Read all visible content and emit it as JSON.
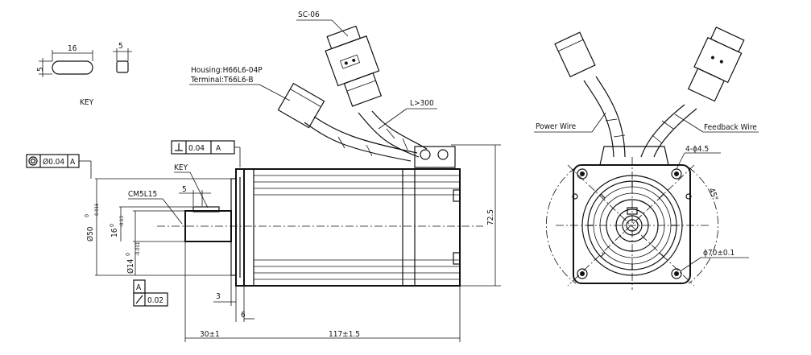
{
  "key_detail": {
    "length": "16",
    "width_top": "5",
    "height": "5",
    "label": "KEY"
  },
  "connectors": {
    "feedback_connector": "SC-06",
    "power_housing": "Housing:H66L6-04P",
    "power_terminal": "Terminal:T66L6-B",
    "lead_length": "L>300"
  },
  "tolerances": {
    "perpendicularity_value": "0.04",
    "perpendicularity_datum": "A",
    "concentricity_value": "Ø0.04",
    "concentricity_datum": "A",
    "runout_value": "0.02",
    "datum_label": "A"
  },
  "side_view": {
    "key_label": "KEY",
    "thread_label": "CM5L15",
    "key_width": "5",
    "flange_height": "72.5",
    "pilot_dia_main": "Ø50",
    "pilot_dia_tol": "-0.016",
    "pilot_dia_tol_upper": "0",
    "key_height_main": "16",
    "key_height_tol": "-0.13",
    "key_height_tol_upper": "0",
    "shaft_dia_main": "Ø14",
    "shaft_dia_tol": "-0.011",
    "shaft_dia_tol_upper": "0",
    "pilot_depth": "3",
    "flange_thickness": "6",
    "shaft_length": "30±1",
    "body_length": "117±1.5"
  },
  "front_view": {
    "power_wire_label": "Power Wire",
    "feedback_wire_label": "Feedback Wire",
    "mount_holes": "4-ϕ4.5",
    "angle": "45°",
    "pcd": "ϕ70±0.1"
  }
}
